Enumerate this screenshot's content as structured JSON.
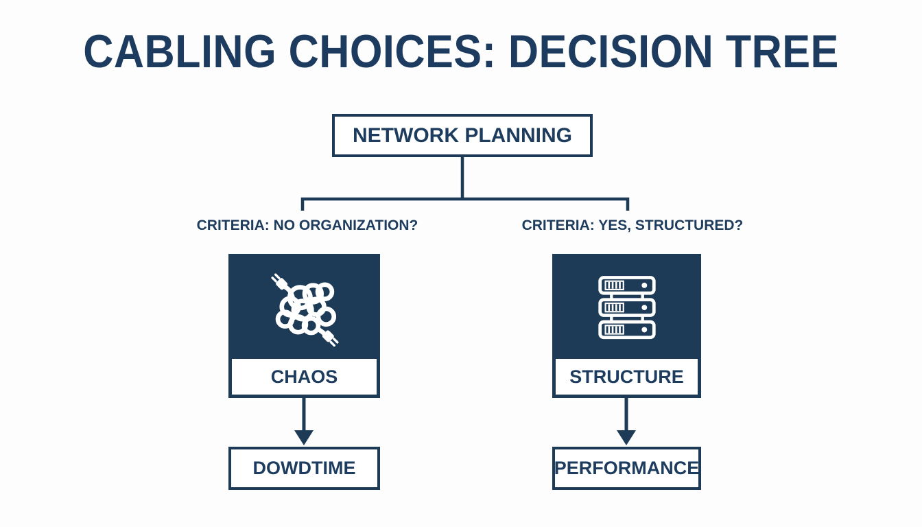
{
  "title": "CABLING CHOICES: DECISION TREE",
  "root": {
    "label": "NETWORK PLANNING"
  },
  "branches": {
    "left": {
      "criteria": "CRITERIA: NO ORGANIZATION?",
      "node_label": "CHAOS",
      "icon": "tangled-cables",
      "outcome": "DOWDTIME"
    },
    "right": {
      "criteria": "CRITERIA: YES, STRUCTURED?",
      "node_label": "STRUCTURE",
      "icon": "server-rack",
      "outcome": "PERFORMANCE"
    }
  },
  "colors": {
    "navy": "#1d3a56",
    "text_navy": "#1e3c5e",
    "background": "#fdfdfd",
    "icon_white": "#ffffff"
  }
}
